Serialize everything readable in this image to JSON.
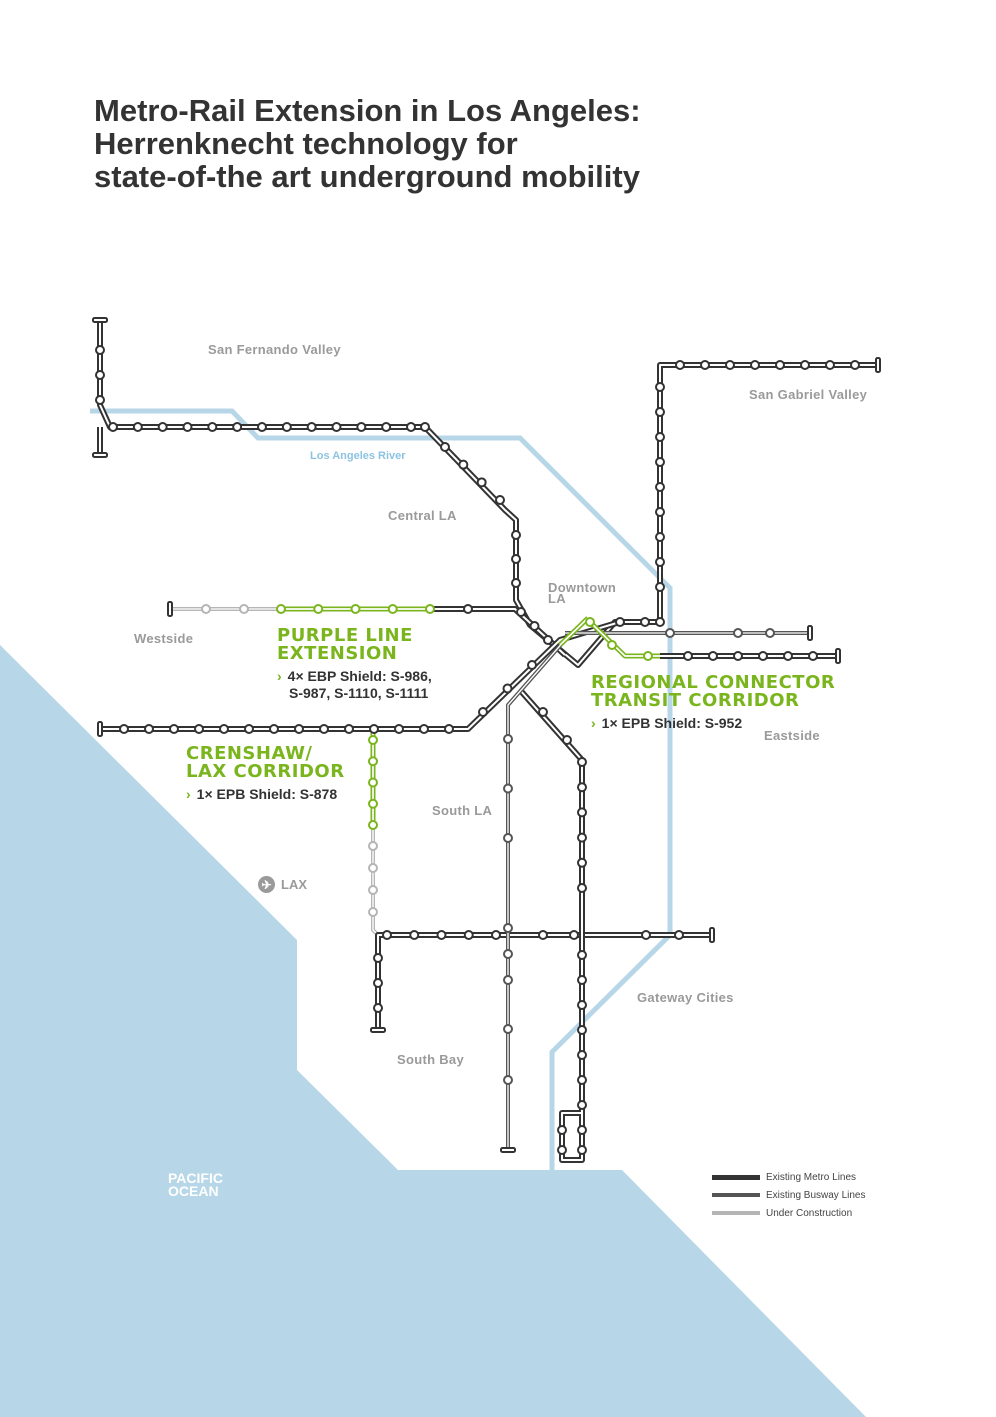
{
  "title": [
    "Metro-Rail Extension in Los Angeles:",
    "Herrenknecht technology for",
    "state-of-the art underground mobility"
  ],
  "regions": {
    "san_fernando": "San Fernando Valley",
    "san_gabriel": "San Gabriel Valley",
    "central_la": "Central LA",
    "downtown": "Downtown LA",
    "westside": "Westside",
    "eastside": "Eastside",
    "south_la": "South LA",
    "gateway": "Gateway Cities",
    "south_bay": "South Bay",
    "lax": "LAX"
  },
  "river_label": "Los Angeles River",
  "ocean_label": [
    "PACIFIC",
    "OCEAN"
  ],
  "callouts": {
    "purple": {
      "title": [
        "PURPLE LINE",
        "EXTENSION"
      ],
      "detail": [
        "4× EBP Shield: S-986,",
        "S-987, S-1110, S-1111"
      ]
    },
    "regional": {
      "title": [
        "REGIONAL CONNECTOR",
        "TRANSIT CORRIDOR"
      ],
      "detail": "1× EPB Shield: S-952"
    },
    "crenshaw": {
      "title": [
        "CRENSHAW/",
        "LAX CORRIDOR"
      ],
      "detail": "1× EPB Shield: S-878"
    }
  },
  "chevron": "›",
  "legend": [
    {
      "label": "Existing Metro Lines",
      "color": "#333333"
    },
    {
      "label": "Existing Busway Lines",
      "color": "#555555"
    },
    {
      "label": "Under Construction",
      "color": "#b5b5b5"
    }
  ],
  "colors": {
    "accent": "#7ab51d",
    "water": "#b7d7e8",
    "metro": "#333333",
    "busway": "#555555",
    "construction": "#b5b5b5"
  },
  "icons": {
    "lax": "airplane-icon"
  }
}
